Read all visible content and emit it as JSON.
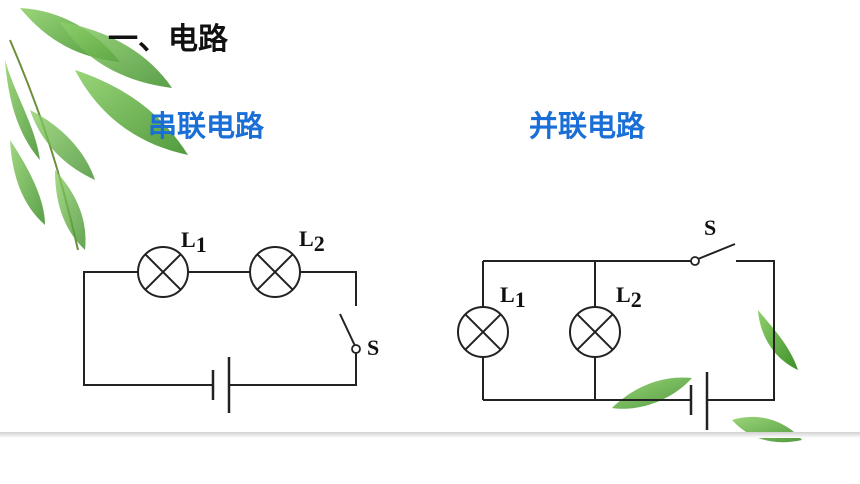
{
  "slide": {
    "title": "一、电路",
    "series": {
      "heading": "串联电路",
      "lamp1": {
        "letter": "L",
        "sub": "1"
      },
      "lamp2": {
        "letter": "L",
        "sub": "2"
      },
      "switch": "S"
    },
    "parallel": {
      "heading": "并联电路",
      "lamp1": {
        "letter": "L",
        "sub": "1"
      },
      "lamp2": {
        "letter": "L",
        "sub": "2"
      },
      "switch": "S"
    }
  },
  "colors": {
    "heading_blue": "#1a6fd6",
    "wire": "#222222",
    "leaf_green": "#5aa83a",
    "floor_line": "#d5d5d5"
  },
  "decorations": [
    "leaf-branch-icon",
    "leaf-icon"
  ]
}
